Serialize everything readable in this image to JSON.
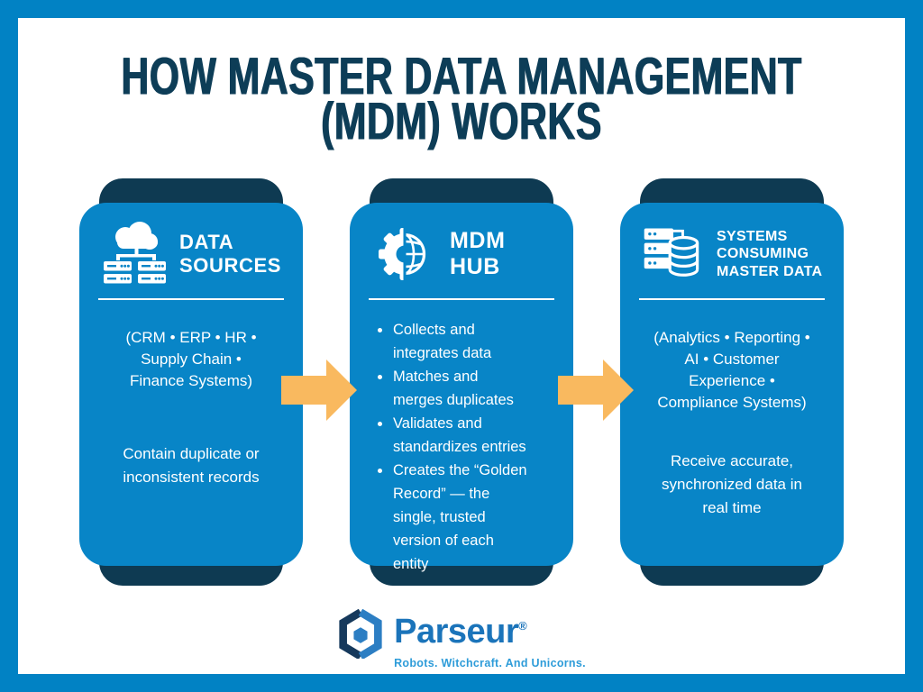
{
  "title": {
    "line1": "HOW MASTER DATA MANAGEMENT",
    "line2": "(MDM) WORKS"
  },
  "cards": [
    {
      "icon": "cloud-servers-icon",
      "heading": "DATA SOURCES",
      "subtitle": "(CRM • ERP • HR • Supply Chain • Finance Systems)",
      "description": "Contain duplicate or inconsistent records"
    },
    {
      "icon": "gear-globe-icon",
      "heading": "MDM HUB",
      "bullets": [
        "Collects and integrates data",
        "Matches and merges duplicates",
        "Validates and standardizes entries",
        "Creates the “Golden Record” — the single, trusted version of each entity"
      ]
    },
    {
      "icon": "servers-database-icon",
      "heading": "SYSTEMS CONSUMING MASTER DATA",
      "subtitle": "(Analytics • Reporting • AI • Customer Experience • Compliance Systems)",
      "description": "Receive accurate, synchronized data in real time"
    }
  ],
  "arrows": [
    "flow-arrow-right",
    "flow-arrow-right"
  ],
  "footer": {
    "brand": "Parseur",
    "registered_mark": "®",
    "tagline": "Robots. Witchcraft. And Unicorns."
  },
  "colors": {
    "frame_blue": "#0182C4",
    "card_blue": "#0885C7",
    "dark_navy": "#0E3A52",
    "title_navy": "#0D3D57",
    "arrow_orange": "#F9B95F",
    "brand_blue": "#1B74BA",
    "tagline_blue": "#2E9CD9"
  }
}
